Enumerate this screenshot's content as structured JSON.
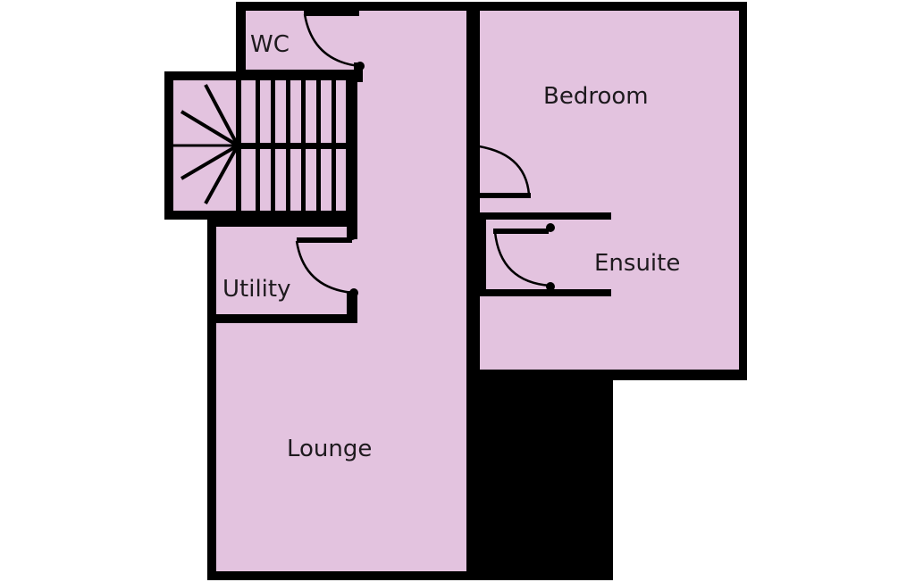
{
  "plan": {
    "fill_color": "#e3c3df",
    "wall_color": "#000000",
    "background": "#ffffff"
  },
  "rooms": {
    "wc": {
      "label": "WC"
    },
    "bedroom": {
      "label": "Bedroom"
    },
    "utility": {
      "label": "Utility"
    },
    "ensuite": {
      "label": "Ensuite"
    },
    "lounge": {
      "label": "Lounge"
    }
  },
  "stairs": {
    "treads_per_flight": 8,
    "flights": 2,
    "winder_lines": 5
  }
}
